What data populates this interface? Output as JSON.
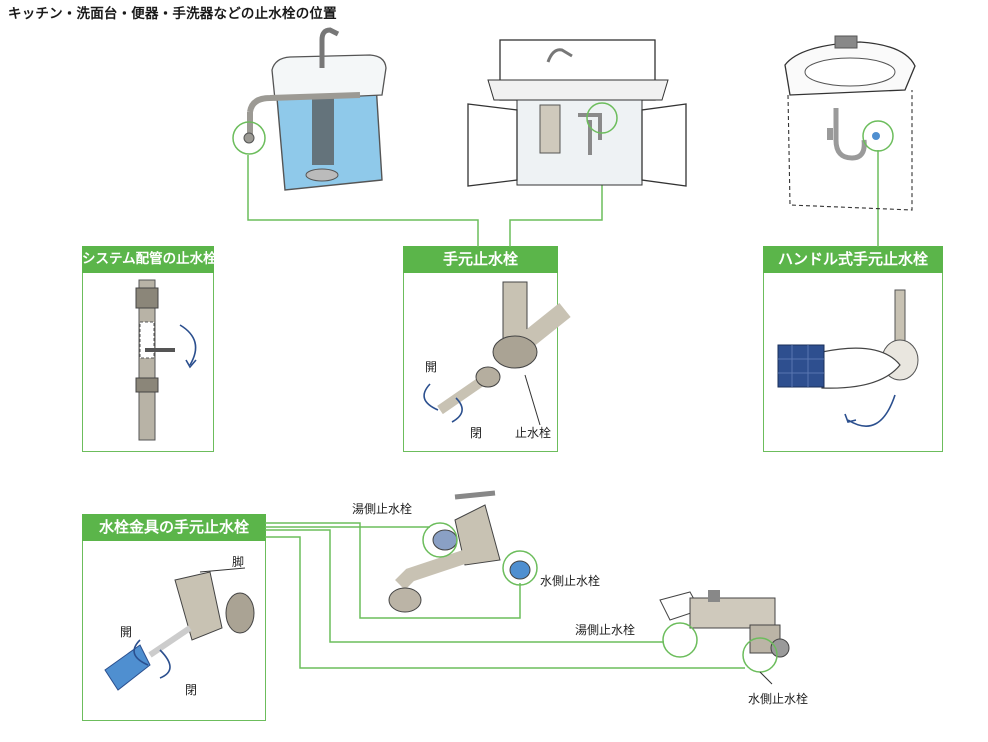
{
  "title": "キッチン・洗面台・便器・手洗器などの止水栓の位置",
  "panels": {
    "system_pipe": {
      "title": "システム配管の止水栓"
    },
    "handheld": {
      "title": "手元止水栓",
      "open": "開",
      "close": "閉",
      "valve": "止水栓"
    },
    "handle_type": {
      "title": "ハンドル式手元止水栓"
    },
    "faucet_fitting": {
      "title": "水栓金具の手元止水栓",
      "leg": "脚",
      "open": "開",
      "close": "閉"
    }
  },
  "callouts": {
    "hot_valve_1": "湯側止水栓",
    "cold_valve_1": "水側止水栓",
    "hot_valve_2": "湯側止水栓",
    "cold_valve_2": "水側止水栓"
  },
  "colors": {
    "accent_green": "#5bb54a",
    "circle_green": "#6cbd5c",
    "arrow_blue": "#2b4f8e",
    "water_blue": "#8fc9ea"
  }
}
